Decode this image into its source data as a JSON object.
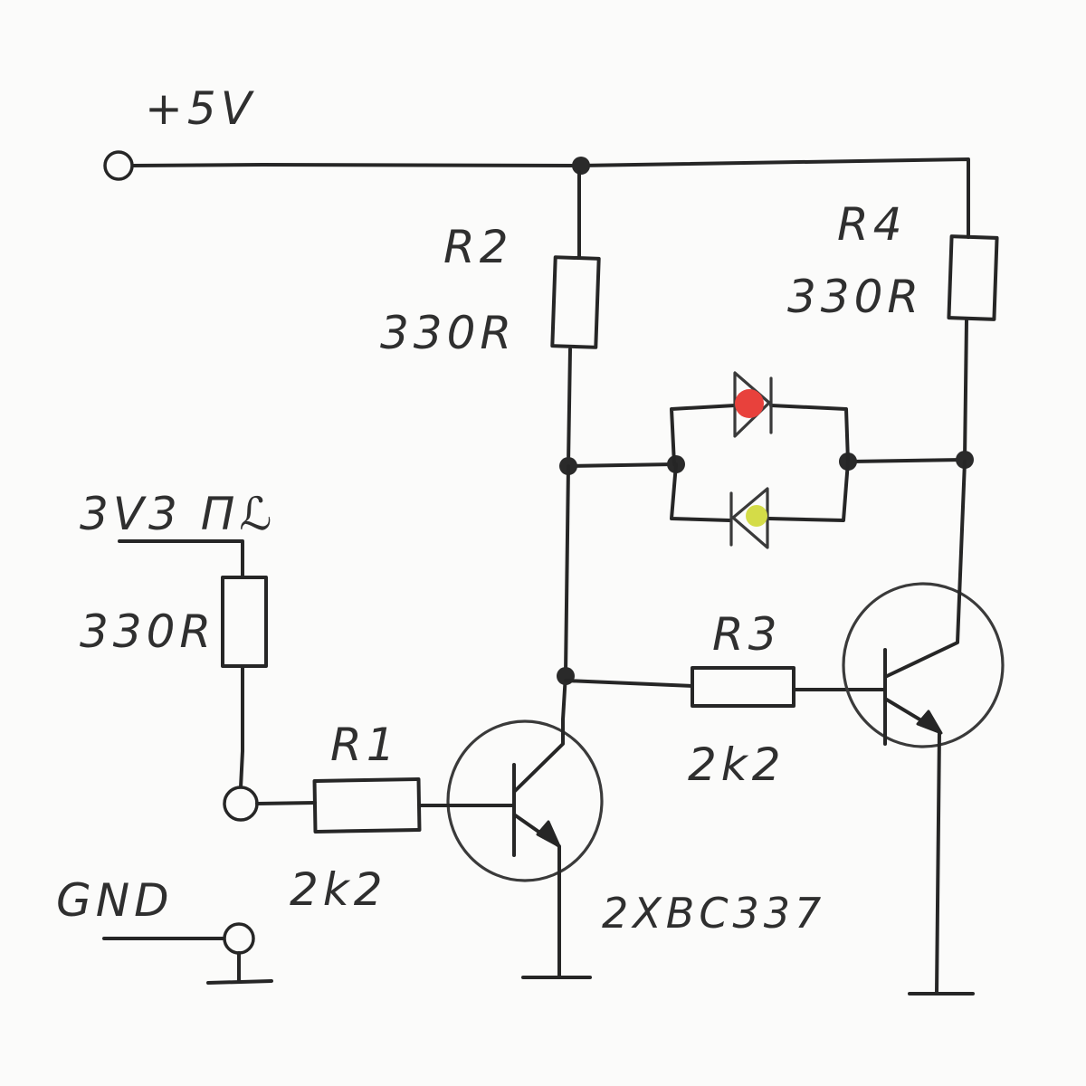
{
  "terminals": {
    "vcc": "+5V",
    "input": "3V3 Πℒ",
    "ground": "GND"
  },
  "resistors": {
    "r_input": {
      "value": "330R"
    },
    "r1": {
      "name": "R1",
      "value": "2k2"
    },
    "r2": {
      "name": "R2",
      "value": "330R"
    },
    "r3": {
      "name": "R3",
      "value": "2k2"
    },
    "r4": {
      "name": "R4",
      "value": "330R"
    }
  },
  "transistors": {
    "part": "2XBC337"
  },
  "leds": [
    {
      "color": "#e8413c"
    },
    {
      "color": "#d4dc48"
    }
  ],
  "colors": {
    "ink": "#262626",
    "paper": "#fbfbfa"
  }
}
